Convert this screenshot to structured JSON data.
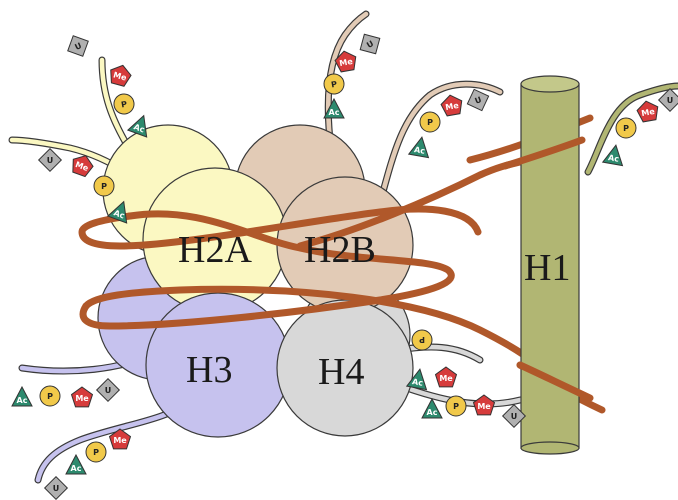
{
  "histones": {
    "h2a": {
      "label": "H2A",
      "color": "#fbf8c2"
    },
    "h2b": {
      "label": "H2B",
      "color": "#e2cbb6"
    },
    "h3": {
      "label": "H3",
      "color": "#c6c2ee"
    },
    "h4": {
      "label": "H4",
      "color": "#d8d8d8"
    },
    "h1": {
      "label": "H1",
      "color": "#b1b673"
    }
  },
  "dna_color": "#b0582a",
  "marks": {
    "ubiquitin": {
      "text": "U",
      "color": "#b0b0b0",
      "shape": "rotated-square"
    },
    "methyl": {
      "text": "Me",
      "color": "#d63b3b",
      "shape": "pentagon"
    },
    "phospho": {
      "text": "P",
      "color": "#f1c94a",
      "shape": "circle"
    },
    "acetyl": {
      "text": "Ac",
      "color": "#2d8a6e",
      "shape": "triangle"
    }
  }
}
